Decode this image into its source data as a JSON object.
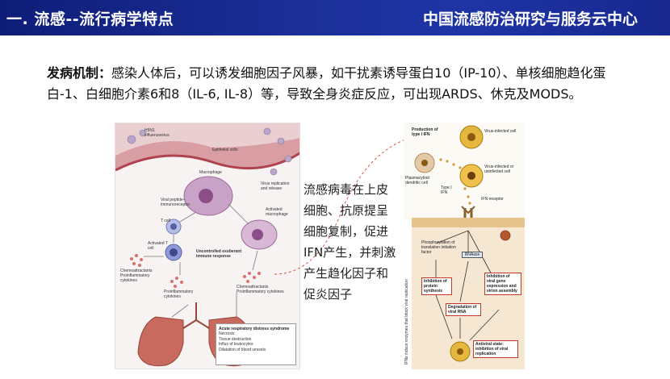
{
  "header": {
    "title": "一. 流感--流行病学特点",
    "org": "中国流感防治研究与服务云中心"
  },
  "pathogenesis": {
    "lead": "发病机制：",
    "text": "感染人体后，可以诱发细胞因子风暴，如干扰素诱导蛋白10（IP-10）、单核细胞趋化蛋白-1、白细胞介素6和8（IL-6, IL-8）等，导致全身炎症反应，可出现ARDS、休克及MODS。"
  },
  "caption": {
    "text": "流感病毒在上皮细胞、抗原提呈细胞复制，促进IFN产生，并刺激产生趋化因子和促炎因子"
  },
  "left_figure": {
    "labels": {
      "virus": "H5N1 influenzavirus",
      "epithelial": "Epithelial cells",
      "macrophage": "Macrophage",
      "replication": "Virus replication and release",
      "peptide": "Viral peptide–immunoreceptor",
      "tcell": "T cell",
      "activated_macrophage": "Activated macrophage",
      "activated_tcell": "Activated T cell",
      "uncontrolled": "Uncontrolled exuberant immune response",
      "chemo_left": "Chemoattractants Proinflammatory cytokines",
      "proinflam": "Proinflammatory cytokines",
      "chemo_right": "Chemoattractants Proinflammatory cytokines"
    },
    "ards": {
      "title": "Acute respiratory distress syndrome",
      "items": [
        "Necrosis",
        "Tissue destruction",
        "Influx of leukocytes",
        "Dilatation of blood vessels"
      ]
    }
  },
  "right_figure": {
    "labels": {
      "production": "Production of type I IFN",
      "infected": "Virus-infected cell",
      "infected2": "Virus-infected or uninfected cell",
      "pdc": "Plasmacytoid dendritic cell",
      "type1": "Type I IFN",
      "receptor": "IFN receptor",
      "phospho": "Phosphorylation of translation initiation factor",
      "rnaase": "RNAase",
      "side": "IFNs induce enzymes that block viral replication"
    },
    "boxes": {
      "protein": "Inhibition of protein synthesis",
      "gene": "Inhibition of viral gene expression and virion assembly",
      "degradation": "Degradation of viral RNA",
      "antiviral": "Antiviral state: inhibition of viral replication"
    }
  },
  "colors": {
    "header_bg": "#1c2f98",
    "header_text": "#ffffff",
    "accent_red": "#c0392b"
  }
}
